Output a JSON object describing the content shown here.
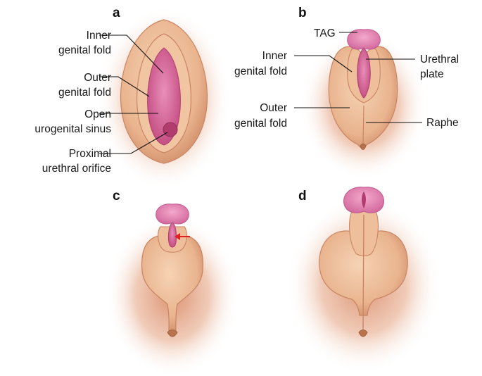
{
  "panels": {
    "a": {
      "letter": "a",
      "labels": {
        "inner_fold": [
          "Inner",
          "genital fold"
        ],
        "outer_fold": [
          "Outer",
          "genital fold"
        ],
        "sinus": [
          "Open",
          "urogenital sinus"
        ],
        "orifice": [
          "Proximal",
          "urethral orifice"
        ]
      }
    },
    "b": {
      "letter": "b",
      "labels": {
        "tag": "TAG",
        "inner_fold": [
          "Inner",
          "genital fold"
        ],
        "outer_fold": [
          "Outer",
          "genital fold"
        ],
        "urethral_plate": [
          "Urethral",
          "plate"
        ],
        "raphe": "Raphe"
      }
    },
    "c": {
      "letter": "c"
    },
    "d": {
      "letter": "d"
    }
  },
  "colors": {
    "skin": "#e9b48e",
    "skin_light": "#f3c9a7",
    "skin_dark": "#c98562",
    "halo": "#d98a68",
    "mucosa": "#d2588f",
    "glans": "#e07fb0",
    "arrow": "#e02020"
  }
}
